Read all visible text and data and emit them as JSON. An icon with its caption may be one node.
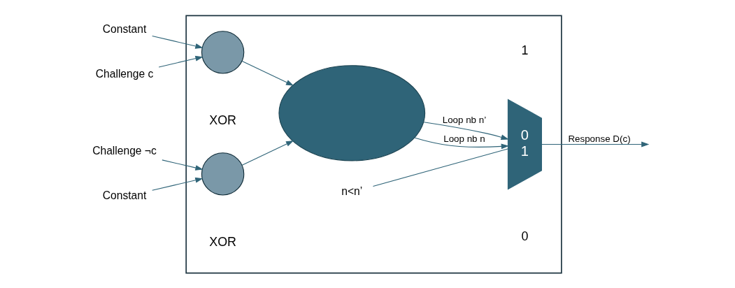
{
  "diagram": {
    "nodes": [
      {
        "text": [],
        "shape": "box"
      },
      {
        "text": [
          "Constant"
        ]
      },
      {
        "text": [
          "Challenge c"
        ]
      },
      {
        "text": [],
        "shape": "circle",
        "beside": [
          "XOR"
        ],
        "in": 0
      },
      {
        "text": [
          "Challenge ¬c"
        ]
      },
      {
        "text": [],
        "shape": "circle",
        "beside": [
          "XOR"
        ],
        "in": 0
      },
      {
        "text": [
          "Constant"
        ]
      },
      {
        "text": [],
        "shape": "cloud",
        "in": 0
      },
      {
        "text": [
          "0",
          "1"
        ],
        "beside": [
          "0",
          "1"
        ],
        "in": 0
      },
      {
        "text": [
          "n<n’"
        ],
        "in": 0
      }
    ],
    "edges": [
      {
        "from": 1,
        "to": 3,
        "arrow": "to"
      },
      {
        "from": 2,
        "to": 3,
        "arrow": "to"
      },
      {
        "from": 4,
        "to": 5,
        "arrow": "to"
      },
      {
        "from": 6,
        "to": 5,
        "arrow": "to"
      },
      {
        "from": 3,
        "to": 7,
        "arrow": "to"
      },
      {
        "from": 5,
        "to": 7,
        "arrow": "to"
      },
      {
        "from": 7,
        "to": 8,
        "label": "Loop nb n",
        "arrow": "to"
      },
      {
        "from": 7,
        "to": 8,
        "label": "Loop nb n’",
        "arrow": "to"
      },
      {
        "from": 9,
        "to": 8,
        "arrow": "none"
      },
      {
        "from": 8,
        "to": null,
        "label": "Response D(c)",
        "arrow": "to"
      }
    ]
  }
}
